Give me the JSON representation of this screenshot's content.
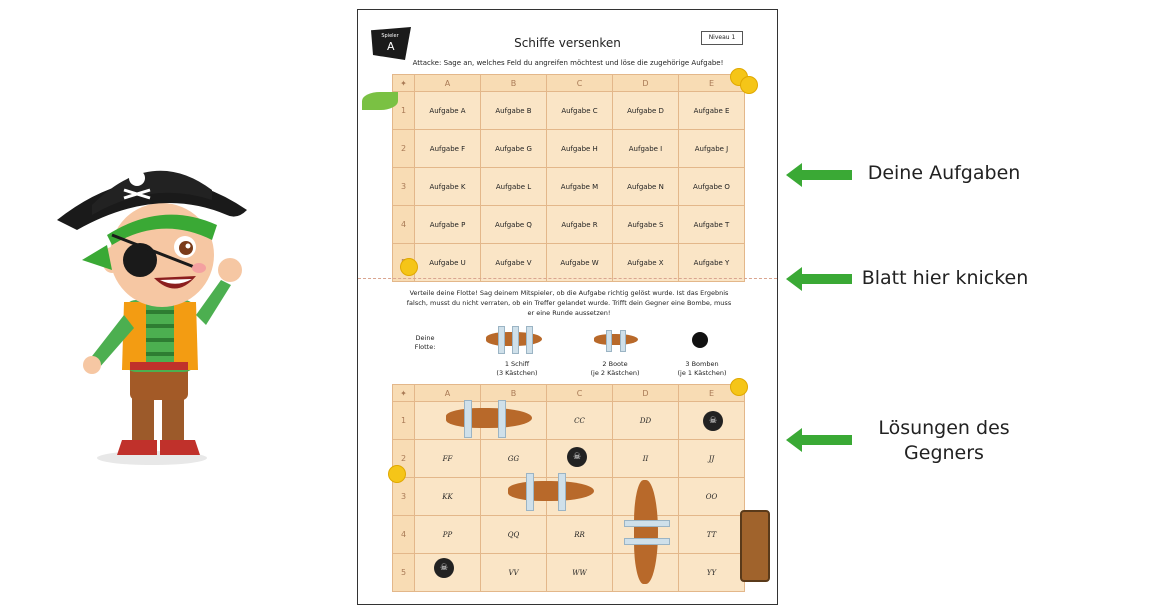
{
  "sheet": {
    "title": "Schiffe versenken",
    "level": "Niveau 1",
    "flag_player_label": "Spieler",
    "flag_player_letter": "A",
    "attack_text": "Attacke: Sage an, welches Feld du angreifen möchtest und löse die zugehörige Aufgabe!",
    "columns": [
      "A",
      "B",
      "C",
      "D",
      "E"
    ],
    "rows": [
      "1",
      "2",
      "3",
      "4",
      "5"
    ],
    "tasks": [
      [
        "Aufgabe A",
        "Aufgabe B",
        "Aufgabe C",
        "Aufgabe D",
        "Aufgabe E"
      ],
      [
        "Aufgabe F",
        "Aufgabe G",
        "Aufgabe H",
        "Aufgabe I",
        "Aufgabe J"
      ],
      [
        "Aufgabe K",
        "Aufgabe L",
        "Aufgabe M",
        "Aufgabe N",
        "Aufgabe O"
      ],
      [
        "Aufgabe P",
        "Aufgabe Q",
        "Aufgabe R",
        "Aufgabe S",
        "Aufgabe T"
      ],
      [
        "Aufgabe U",
        "Aufgabe V",
        "Aufgabe W",
        "Aufgabe X",
        "Aufgabe Y"
      ]
    ],
    "fleet_text_1": "Verteile deine Flotte! Sag deinem Mitspieler, ob die Aufgabe richtig gelöst wurde. Ist das Ergebnis",
    "fleet_text_2": "falsch, musst du nicht verraten, ob ein Treffer gelandet wurde. Trifft dein Gegner eine Bombe, muss",
    "fleet_text_3": "er eine Runde aussetzen!",
    "fleet_label_1": "Deine",
    "fleet_label_2": "Flotte:",
    "ship_label_1": "1 Schiff",
    "ship_label_2": "(3 Kästchen)",
    "boat_label_1": "2 Boote",
    "boat_label_2": "(je 2 Kästchen)",
    "bomb_label_1": "3 Bomben",
    "bomb_label_2": "(je 1 Kästchen)",
    "solutions": [
      [
        "",
        "",
        "CC",
        "DD",
        ""
      ],
      [
        "FF",
        "GG",
        "",
        "II",
        "JJ"
      ],
      [
        "KK",
        "",
        "",
        "",
        "OO"
      ],
      [
        "PP",
        "QQ",
        "RR",
        "",
        "TT"
      ],
      [
        "",
        "VV",
        "WW",
        "",
        "YY"
      ]
    ]
  },
  "annotations": {
    "tasks_label": "Deine Aufgaben",
    "fold_label": "Blatt hier knicken",
    "solutions_label_1": "Lösungen des",
    "solutions_label_2": "Gegners"
  },
  "colors": {
    "arrow": "#3aa935",
    "grid_bg": "#f8dcb4",
    "fold_line": "#d9a48f"
  }
}
